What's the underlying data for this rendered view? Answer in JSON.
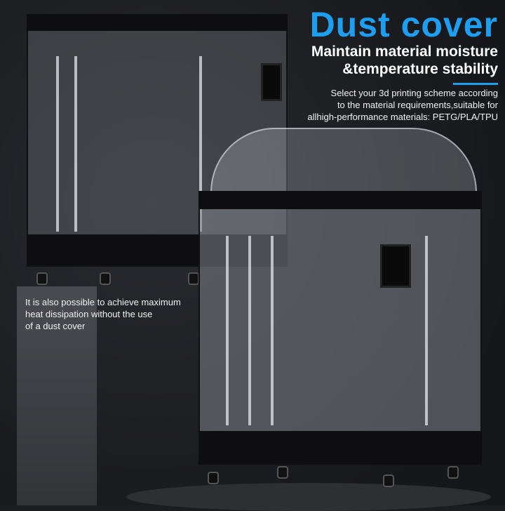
{
  "heading": {
    "title": "Dust cover",
    "subtitle_line1": "Maintain material moisture",
    "subtitle_line2": "&temperature stability"
  },
  "description": [
    "Select your 3d printing scheme according",
    "to the material requirements,suitable for",
    "allhigh-performance materials: PETG/PLA/TPU"
  ],
  "note": [
    "It is also possible to achieve maximum",
    "heat dissipation without the use",
    "of a dust cover"
  ],
  "colors": {
    "accent": "#1e9ef0",
    "background": "#1c1d21"
  }
}
